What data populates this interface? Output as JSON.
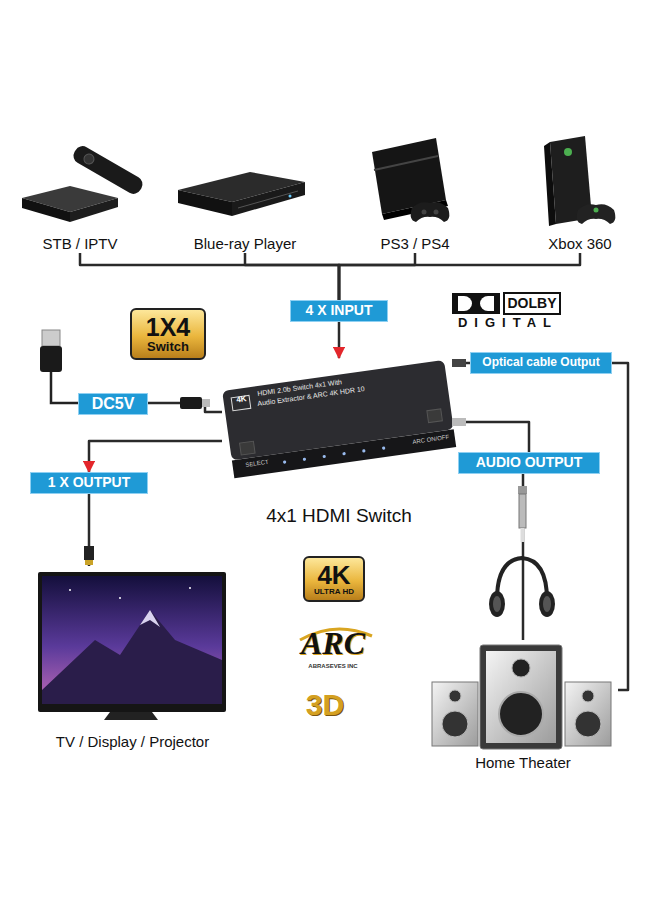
{
  "diagram": {
    "nodes": [
      {
        "text": [
          "STB / IPTV"
        ]
      },
      {
        "text": [
          "Blue-ray Player"
        ]
      },
      {
        "text": [
          "PS3 / PS4"
        ]
      },
      {
        "text": [
          "Xbox 360"
        ]
      },
      {
        "text": [
          "4 X INPUT"
        ]
      },
      {
        "text": [
          "1X4",
          "Switch"
        ]
      },
      {
        "text": [
          "Optical cable Output"
        ]
      },
      {
        "text": [
          "DC5V"
        ]
      },
      {
        "text": [
          "4x1 HDMI Switch"
        ]
      },
      {
        "text": [
          "AUDIO OUTPUT"
        ]
      },
      {
        "text": [
          "1 X OUTPUT"
        ]
      },
      {
        "text": [
          "4K",
          "ULTRA HD"
        ]
      },
      {
        "text": [
          "TV / Display / Projector"
        ]
      },
      {
        "text": [
          "Home Theater"
        ]
      }
    ],
    "edges": [
      {
        "from": 0,
        "to": 4,
        "arrow": "none"
      },
      {
        "from": 1,
        "to": 4,
        "arrow": "none"
      },
      {
        "from": 2,
        "to": 4,
        "arrow": "none"
      },
      {
        "from": 3,
        "to": 4,
        "arrow": "none"
      },
      {
        "from": 4,
        "to": 8,
        "arrow": "to"
      },
      {
        "from": 7,
        "to": 8,
        "arrow": "none"
      },
      {
        "from": 8,
        "to": 10,
        "arrow": "to"
      },
      {
        "from": 10,
        "to": 12,
        "arrow": "none"
      },
      {
        "from": 8,
        "to": 6,
        "arrow": "none"
      },
      {
        "from": 6,
        "to": 13,
        "arrow": "none"
      },
      {
        "from": 8,
        "to": 9,
        "arrow": "none"
      },
      {
        "from": 9,
        "to": 13,
        "arrow": "none"
      }
    ],
    "labels": [
      "DOLBY",
      "DIGITAL",
      "4K",
      "HDMI 2.0b Switch 4x1 With",
      "Audio Extractor & ARC 4K HDR 10",
      "SELECT",
      "ARC ON/OFF",
      "ARC",
      "ABRASEVES INC",
      "3D"
    ]
  }
}
